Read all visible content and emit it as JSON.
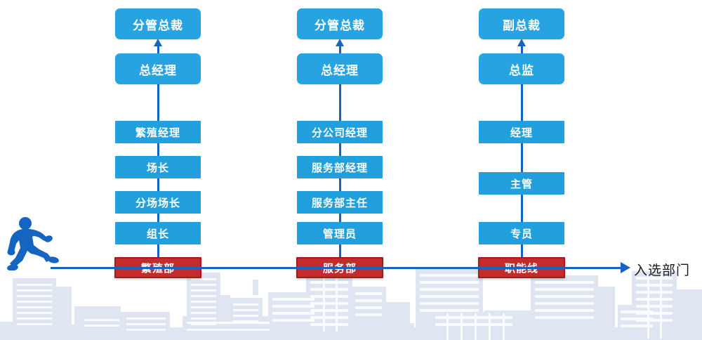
{
  "diagram": {
    "title_axis_label": "入选部门",
    "colors": {
      "node_blue": "#26a3e0",
      "node_blue_mid": "#229fdd",
      "node_red": "#c42b2b",
      "node_red_border": "#a11d1d",
      "axis_blue": "#1565c0",
      "connector_blue": "#1565c0",
      "cityscape": "#dfe6f2",
      "person": "#1565c0"
    },
    "person_icon": "walking-person-icon",
    "axis_arrow_icon": "arrow-right-icon",
    "columns": [
      {
        "id": "breeding",
        "top": [
          {
            "label": "分管总裁"
          },
          {
            "label": "总经理"
          }
        ],
        "mid": [
          {
            "label": "繁殖经理"
          },
          {
            "label": "场长"
          },
          {
            "label": "分场场长"
          },
          {
            "label": "组长"
          }
        ],
        "base": {
          "label": "繁殖部"
        }
      },
      {
        "id": "service",
        "top": [
          {
            "label": "分管总裁"
          },
          {
            "label": "总经理"
          }
        ],
        "mid": [
          {
            "label": "分公司经理"
          },
          {
            "label": "服务部经理"
          },
          {
            "label": "服务部主任"
          },
          {
            "label": "管理员"
          }
        ],
        "base": {
          "label": "服务部"
        }
      },
      {
        "id": "functional",
        "top": [
          {
            "label": "副总裁"
          },
          {
            "label": "总监"
          }
        ],
        "mid": [
          {
            "label": "经理"
          },
          {
            "label": "主管"
          },
          {
            "label": "专员"
          }
        ],
        "base": {
          "label": "职能线"
        }
      }
    ]
  }
}
